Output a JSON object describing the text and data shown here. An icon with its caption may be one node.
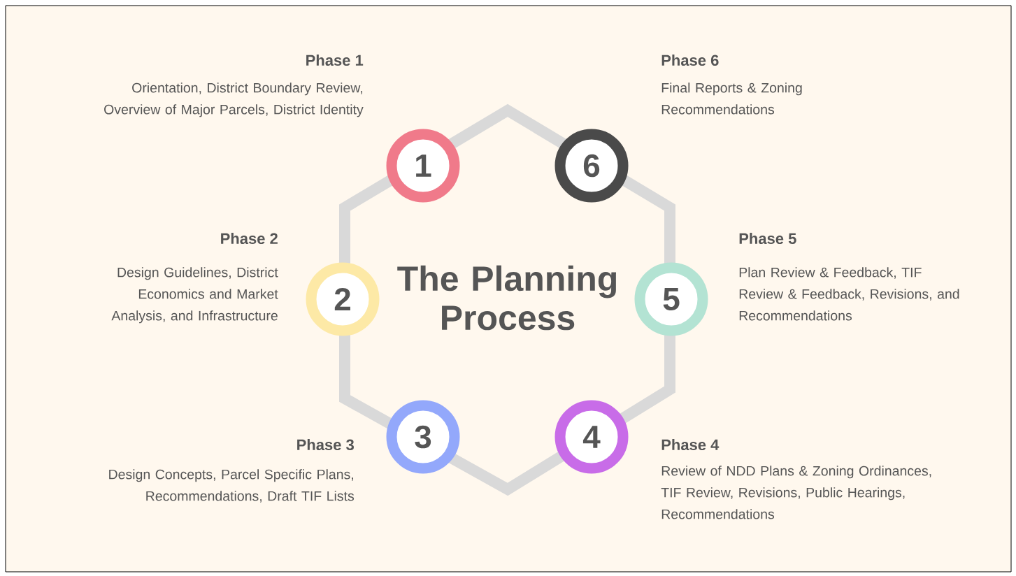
{
  "diagram": {
    "title": "The Planning Process",
    "nodes": [
      {
        "text": [
          "1"
        ],
        "beside": [
          "Phase 1",
          "Orientation, District Boundary Review, Overview of Major Parcels, District Identity"
        ]
      },
      {
        "text": [
          "2"
        ],
        "beside": [
          "Phase 2",
          "Design Guidelines, District Economics and Market Analysis, and Infrastructure"
        ]
      },
      {
        "text": [
          "3"
        ],
        "beside": [
          "Phase 3",
          "Design Concepts, Parcel Specific Plans, Recommendations, Draft TIF Lists"
        ]
      },
      {
        "text": [
          "4"
        ],
        "beside": [
          "Phase 4",
          "Review of NDD Plans & Zoning Ordinances, TIF Review, Revisions, Public Hearings, Recommendations"
        ]
      },
      {
        "text": [
          "5"
        ],
        "beside": [
          "Phase 5",
          "Plan Review & Feedback, TIF Review & Feedback, Revisions, and Recommendations"
        ]
      },
      {
        "text": [
          "6"
        ],
        "beside": [
          "Phase 6",
          "Final Reports & Zoning Recommendations"
        ]
      }
    ]
  }
}
